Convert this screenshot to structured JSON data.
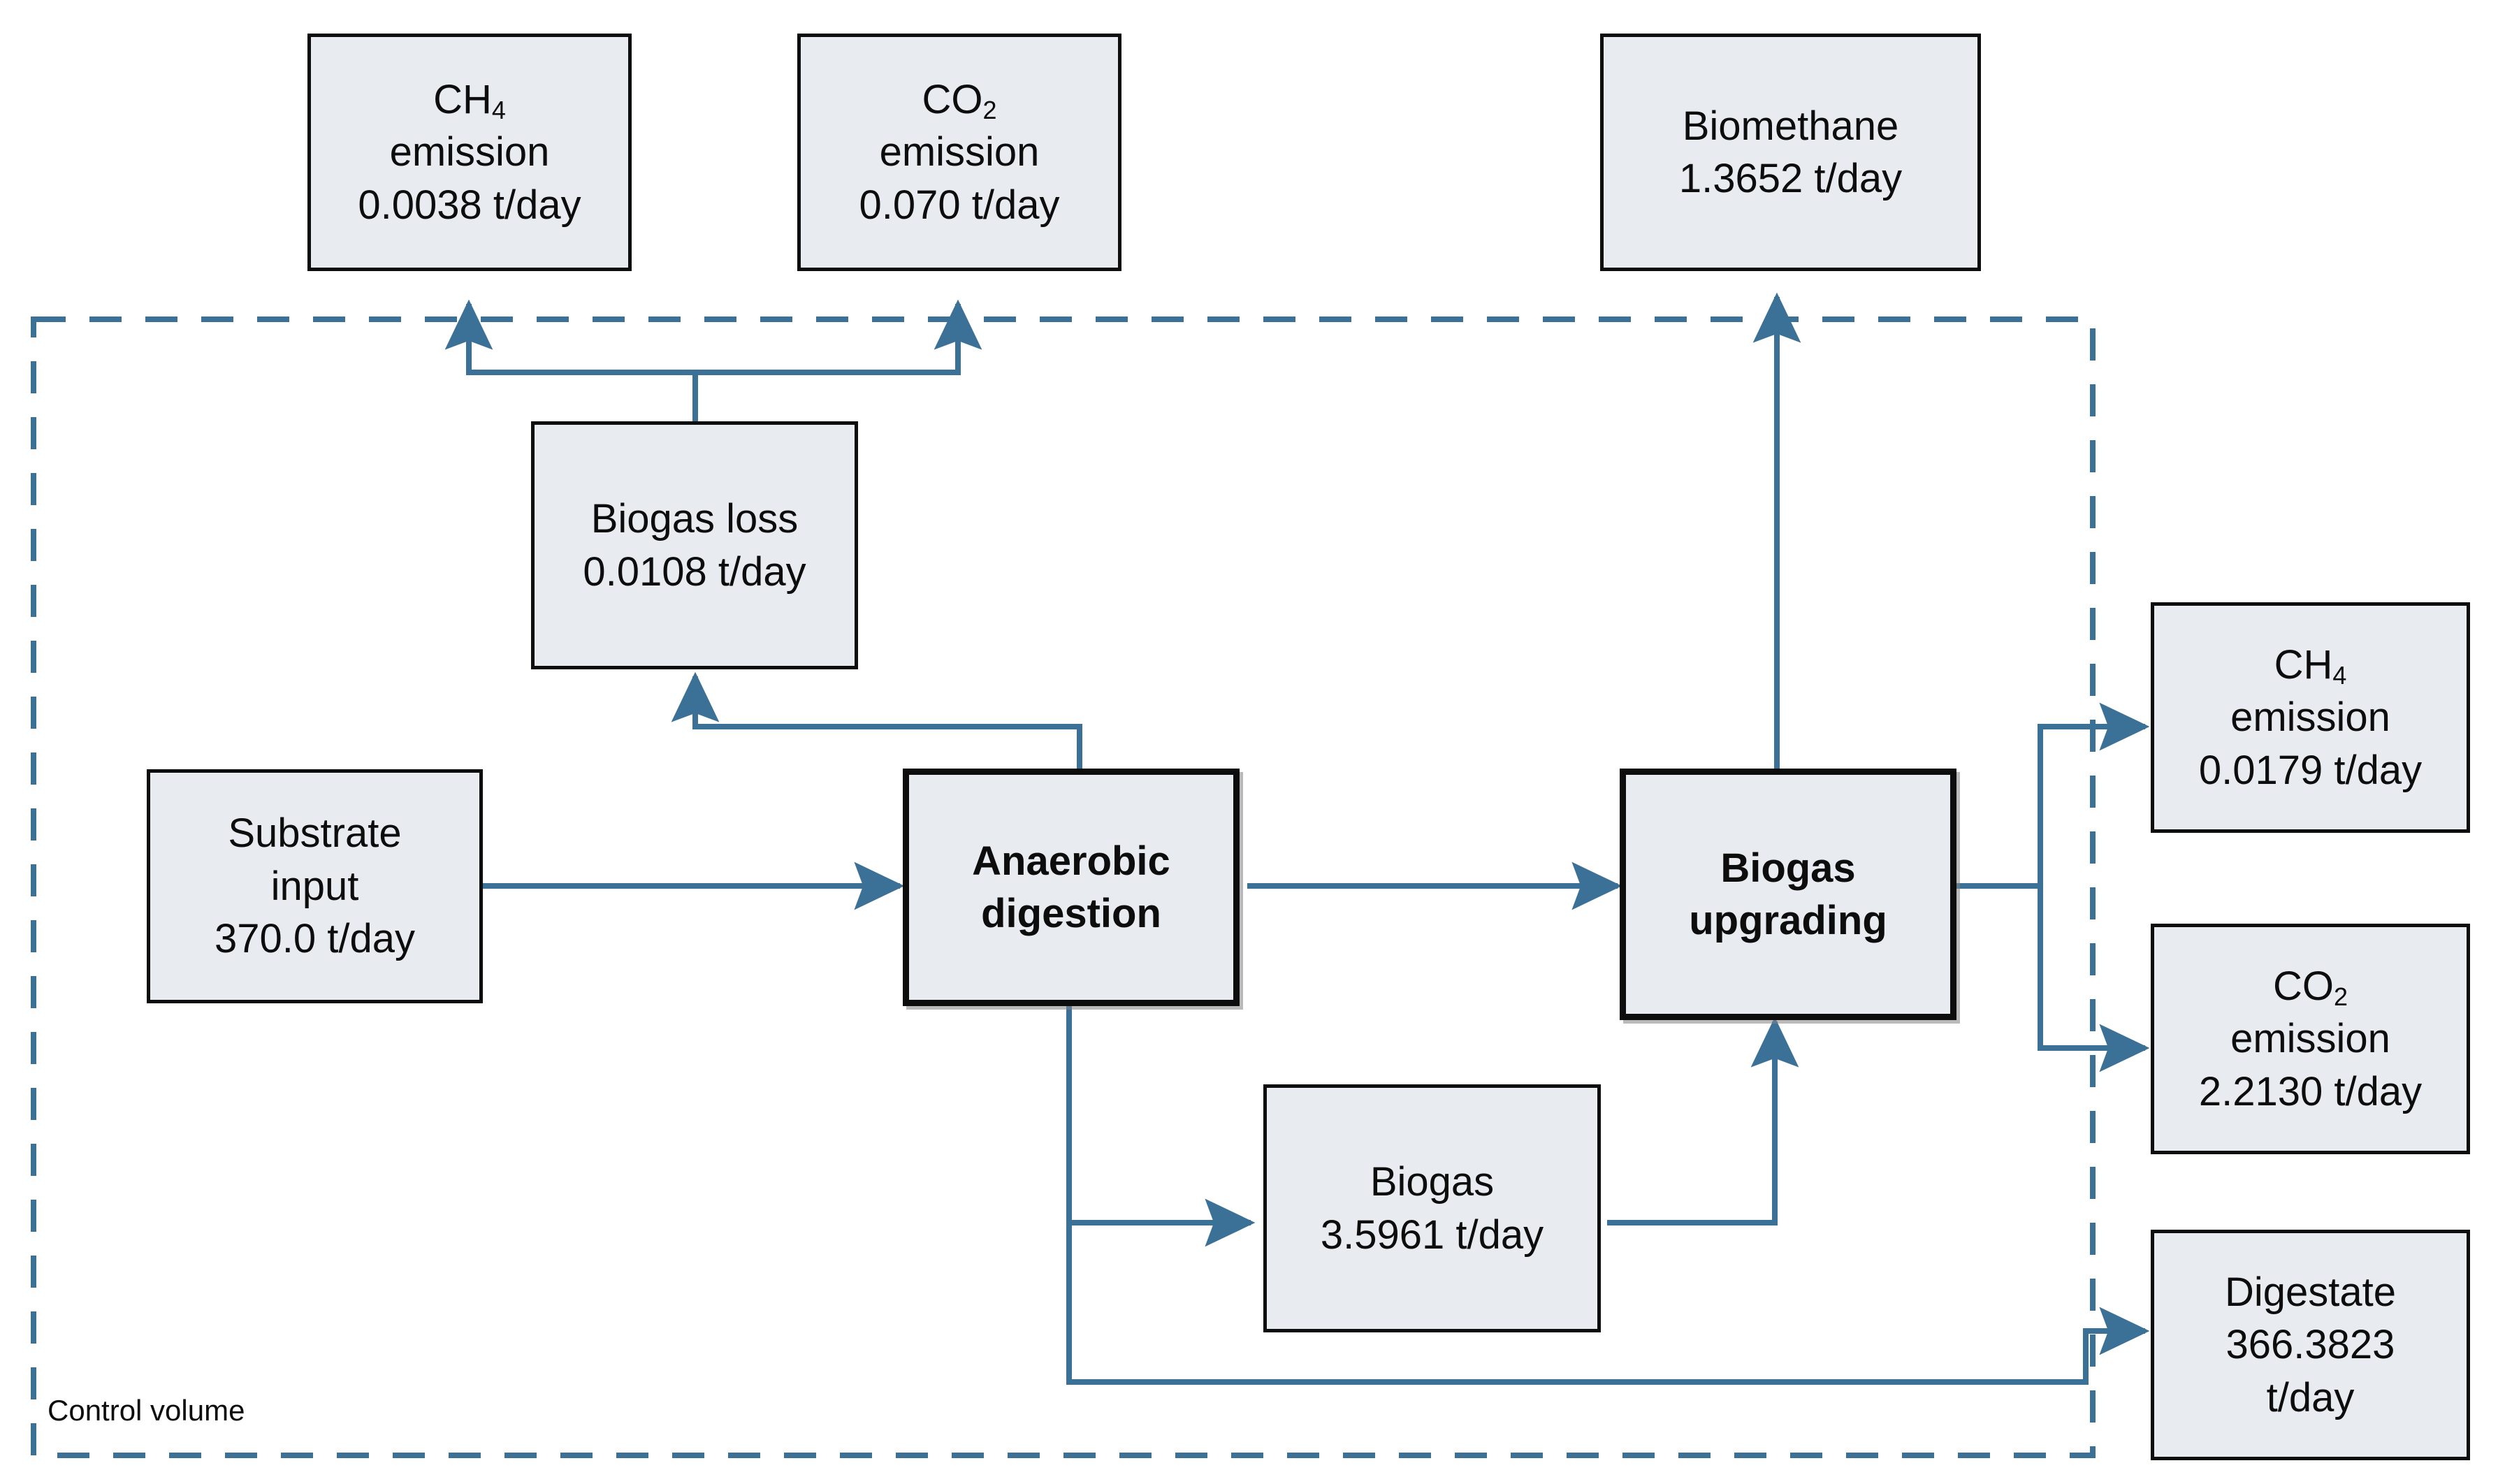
{
  "diagram": {
    "title": "Anaerobic digestion and biogas upgrading mass balance",
    "unit": "t/day",
    "colors": {
      "connector": "#3C7197",
      "node_fill": "#E8ECF1",
      "node_border": "#0D0D0D",
      "control_volume_border": "#3C7197",
      "background": "#FFFFFF"
    },
    "control_volume": {
      "label": "Control volume",
      "border_style": "dashed"
    },
    "nodes": [
      {
        "id": "ch4-emission-top",
        "kind": "stream",
        "lines": [
          "CH4",
          "emission",
          "0.0038 t/day"
        ],
        "name": "CH4 emission",
        "value": "0.0038",
        "unit": "t/day"
      },
      {
        "id": "co2-emission-top",
        "kind": "stream",
        "lines": [
          "CO2",
          "emission",
          "0.070 t/day"
        ],
        "name": "CO2 emission",
        "value": "0.070",
        "unit": "t/day"
      },
      {
        "id": "biomethane",
        "kind": "stream",
        "lines": [
          "Biomethane",
          "1.3652 t/day"
        ],
        "name": "Biomethane",
        "value": "1.3652",
        "unit": "t/day"
      },
      {
        "id": "biogas-loss",
        "kind": "stream",
        "lines": [
          "Biogas loss",
          "0.0108 t/day"
        ],
        "name": "Biogas loss",
        "value": "0.0108",
        "unit": "t/day"
      },
      {
        "id": "substrate-input",
        "kind": "stream",
        "lines": [
          "Substrate",
          "input",
          "370.0 t/day"
        ],
        "name": "Substrate input",
        "value": "370.0",
        "unit": "t/day"
      },
      {
        "id": "anaerobic-digestion",
        "kind": "process",
        "lines": [
          "Anaerobic",
          "digestion"
        ],
        "name": "Anaerobic digestion"
      },
      {
        "id": "biogas-upgrading",
        "kind": "process",
        "lines": [
          "Biogas",
          "upgrading"
        ],
        "name": "Biogas upgrading"
      },
      {
        "id": "biogas",
        "kind": "stream",
        "lines": [
          "Biogas",
          "3.5961 t/day"
        ],
        "name": "Biogas",
        "value": "3.5961",
        "unit": "t/day"
      },
      {
        "id": "ch4-emission-right",
        "kind": "stream",
        "lines": [
          "CH4",
          "emission",
          "0.0179 t/day"
        ],
        "name": "CH4 emission",
        "value": "0.0179",
        "unit": "t/day"
      },
      {
        "id": "co2-emission-right",
        "kind": "stream",
        "lines": [
          "CO2",
          "emission",
          "2.2130 t/day"
        ],
        "name": "CO2 emission",
        "value": "2.2130",
        "unit": "t/day"
      },
      {
        "id": "digestate",
        "kind": "stream",
        "lines": [
          "Digestate",
          "366.3823",
          "t/day"
        ],
        "name": "Digestate",
        "value": "366.3823",
        "unit": "t/day"
      }
    ],
    "flows": [
      {
        "from": "substrate-input",
        "to": "anaerobic-digestion"
      },
      {
        "from": "anaerobic-digestion",
        "to": "biogas-loss"
      },
      {
        "from": "biogas-loss",
        "to": "ch4-emission-top"
      },
      {
        "from": "biogas-loss",
        "to": "co2-emission-top"
      },
      {
        "from": "anaerobic-digestion",
        "to": "biogas-upgrading"
      },
      {
        "from": "anaerobic-digestion",
        "to": "biogas"
      },
      {
        "from": "anaerobic-digestion",
        "to": "digestate"
      },
      {
        "from": "biogas",
        "to": "biogas-upgrading"
      },
      {
        "from": "biogas-upgrading",
        "to": "biomethane"
      },
      {
        "from": "biogas-upgrading",
        "to": "ch4-emission-right"
      },
      {
        "from": "biogas-upgrading",
        "to": "co2-emission-right"
      }
    ]
  },
  "labels": {
    "ch4_top_l1": "CH",
    "ch4_top_sub": "4",
    "ch4_top_l2": "emission",
    "ch4_top_l3": "0.0038 t/day",
    "co2_top_l1": "CO",
    "co2_top_sub": "2",
    "co2_top_l2": "emission",
    "co2_top_l3": "0.070 t/day",
    "biomethane_l1": "Biomethane",
    "biomethane_l2": "1.3652 t/day",
    "biogas_loss_l1": "Biogas loss",
    "biogas_loss_l2": "0.0108 t/day",
    "substrate_l1": "Substrate",
    "substrate_l2": "input",
    "substrate_l3": "370.0 t/day",
    "ad_l1": "Anaerobic",
    "ad_l2": "digestion",
    "bu_l1": "Biogas",
    "bu_l2": "upgrading",
    "biogas_l1": "Biogas",
    "biogas_l2": "3.5961 t/day",
    "ch4_right_l1": "CH",
    "ch4_right_sub": "4",
    "ch4_right_l2": "emission",
    "ch4_right_l3": "0.0179 t/day",
    "co2_right_l1": "CO",
    "co2_right_sub": "2",
    "co2_right_l2": "emission",
    "co2_right_l3": "2.2130 t/day",
    "digestate_l1": "Digestate",
    "digestate_l2": "366.3823",
    "digestate_l3": "t/day",
    "control_volume": "Control volume"
  }
}
